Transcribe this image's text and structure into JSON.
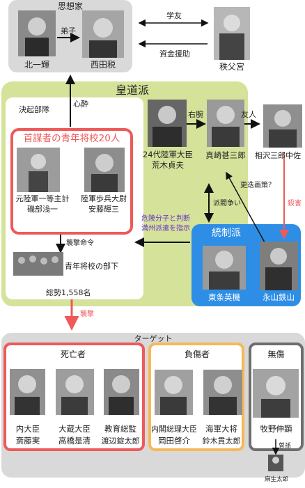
{
  "shisoka": {
    "title": "思想家",
    "kita": "北一輝",
    "nishida": "西田税",
    "chichibu": "秩父宮",
    "deshi": "弟子",
    "gakuyu": "学友",
    "shikin": "資金援助"
  },
  "kodoha": {
    "title": "皇道派",
    "kekki_butai": "決起部隊",
    "shinsui": "心酔",
    "ringleaders_title": "首謀者の青年将校20人",
    "isobe_l1": "元陸軍一等主計",
    "isobe_l2": "磯部浅一",
    "ando_l1": "陸軍歩兵大尉",
    "ando_l2": "安藤輝三",
    "shugeki_meirei": "襲撃命令",
    "buka": "青年将校の部下",
    "sousei": "総勢1,558名",
    "araki_l1": "24代陸軍大臣",
    "araki_l2": "荒木貞夫",
    "masaki": "真崎甚三郎",
    "aizawa": "相沢三郎中佐",
    "uwan": "右腕",
    "yujin": "友人",
    "kosaku": "更迭画策？",
    "satsugai": "殺害",
    "habatsu": "派閥争い",
    "kiken_l1": "危険分子と判断",
    "kiken_l2": "満州派遣を指示"
  },
  "toseiha": {
    "title": "統制派",
    "tojo": "東条英機",
    "nagata": "永山鉄山"
  },
  "attack": {
    "label": "襲撃"
  },
  "target": {
    "title": "ターゲット",
    "dead": {
      "title": "死亡者",
      "p1_l1": "内大臣",
      "p1_l2": "斎藤実",
      "p2_l1": "大蔵大臣",
      "p2_l2": "高橋是清",
      "p3_l1": "教育総監",
      "p3_l2": "渡辺錠太郎"
    },
    "injured": {
      "title": "負傷者",
      "p1_l1": "内閣総理大臣",
      "p1_l2": "岡田啓介",
      "p2_l1": "海軍大将",
      "p2_l2": "鈴木貫太郎"
    },
    "unharmed": {
      "title": "無傷",
      "p1": "牧野伸顕",
      "sonmago": "曽孫",
      "aso": "麻生太郎"
    }
  },
  "colors": {
    "gray_panel": "#d9d9d9",
    "kodoha_green": "#d4e29a",
    "toseiha_blue": "#2e8ee6",
    "red": "#ee5a5a",
    "orange": "#f5b85a",
    "dark_gray": "#6e6e6e",
    "purple_text": "#6b2fc7"
  }
}
